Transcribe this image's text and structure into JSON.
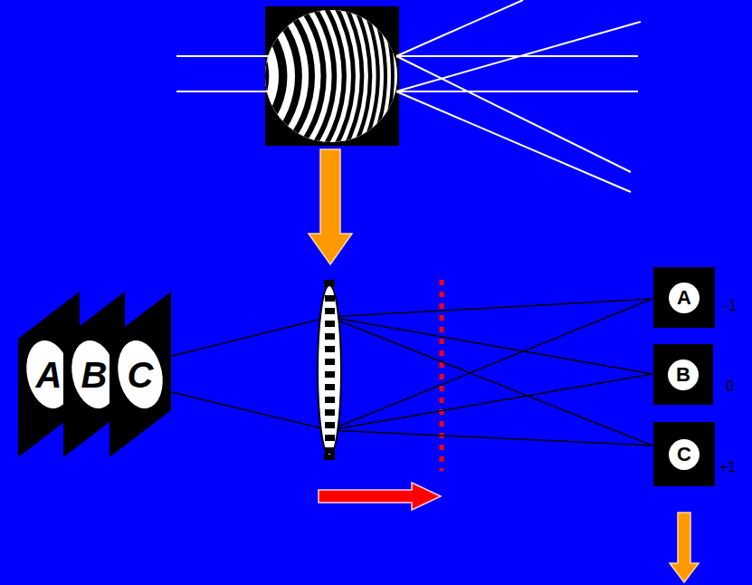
{
  "diagram": {
    "nodes": [
      {
        "text": [
          "A"
        ]
      },
      {
        "text": [
          "B"
        ]
      },
      {
        "text": [
          "C"
        ]
      },
      {
        "text": [
          "A"
        ]
      },
      {
        "text": [
          "B"
        ]
      },
      {
        "text": [
          "C"
        ]
      }
    ],
    "labels": [
      "-1",
      "0",
      "+1"
    ]
  }
}
